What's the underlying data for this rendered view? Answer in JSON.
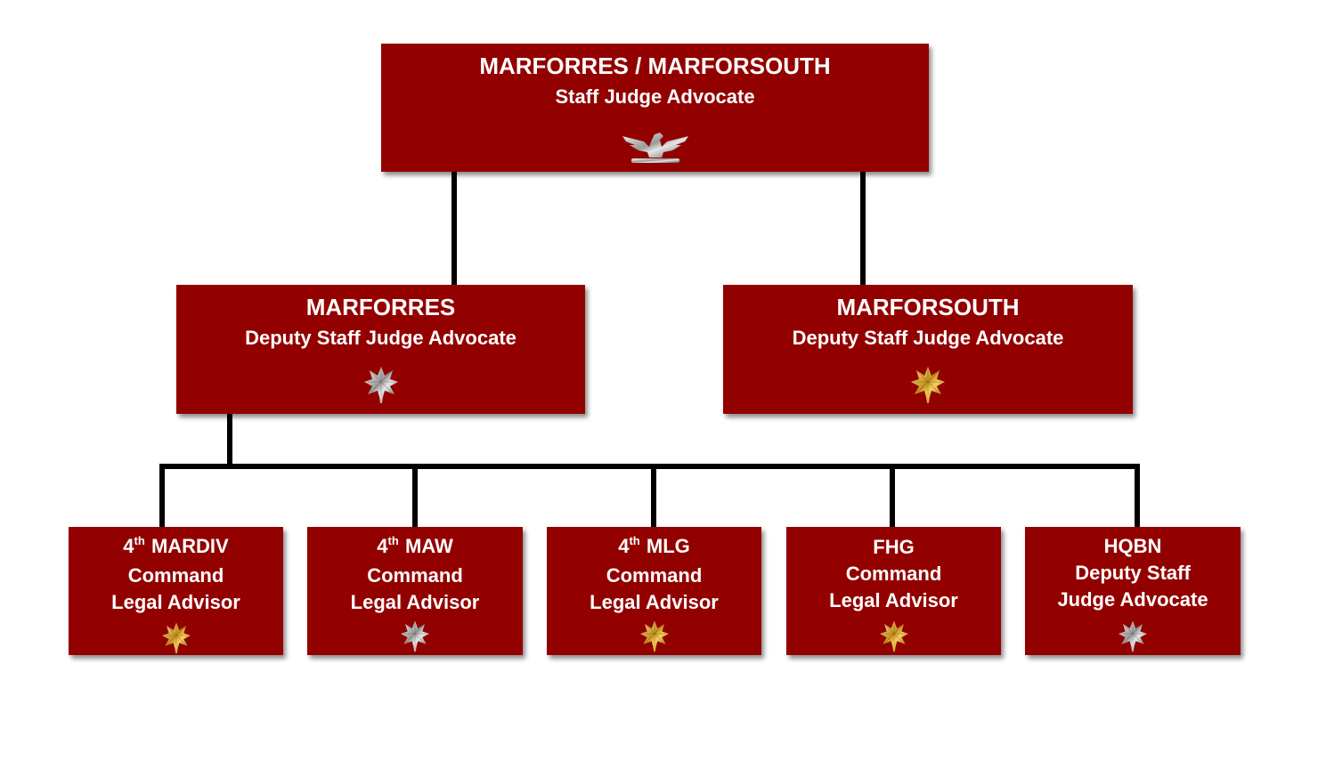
{
  "colors": {
    "box_fill": "#930000",
    "box_text": "#ffffff",
    "connector": "#000000",
    "silver": "#c8c8c8",
    "gold": "#d4a72c"
  },
  "top": {
    "title": "MARFORRES / MARFORSOUTH",
    "subtitle": "Staff Judge Advocate",
    "insignia": "silver-eagle-icon"
  },
  "middle": [
    {
      "title": "MARFORRES",
      "subtitle": "Deputy Staff Judge Advocate",
      "insignia": "silver-oak-leaf-icon"
    },
    {
      "title": "MARFORSOUTH",
      "subtitle": "Deputy Staff Judge Advocate",
      "insignia": "gold-oak-leaf-icon"
    }
  ],
  "bottom": [
    {
      "num": "4",
      "ord": "th",
      "unit": "MARDIV",
      "line2": "Command",
      "line3": "Legal Advisor",
      "insignia": "gold-oak-leaf-icon"
    },
    {
      "num": "4",
      "ord": "th",
      "unit": "MAW",
      "line2": "Command",
      "line3": "Legal Advisor",
      "insignia": "silver-oak-leaf-icon"
    },
    {
      "num": "4",
      "ord": "th",
      "unit": "MLG",
      "line2": "Command",
      "line3": "Legal Advisor",
      "insignia": "gold-oak-leaf-icon"
    },
    {
      "num": "",
      "ord": "",
      "unit": "FHG",
      "line2": "Command",
      "line3": "Legal Advisor",
      "insignia": "gold-oak-leaf-icon"
    },
    {
      "num": "",
      "ord": "",
      "unit": "HQBN",
      "line2": "Deputy Staff",
      "line3": "Judge Advocate",
      "insignia": "silver-oak-leaf-icon"
    }
  ]
}
